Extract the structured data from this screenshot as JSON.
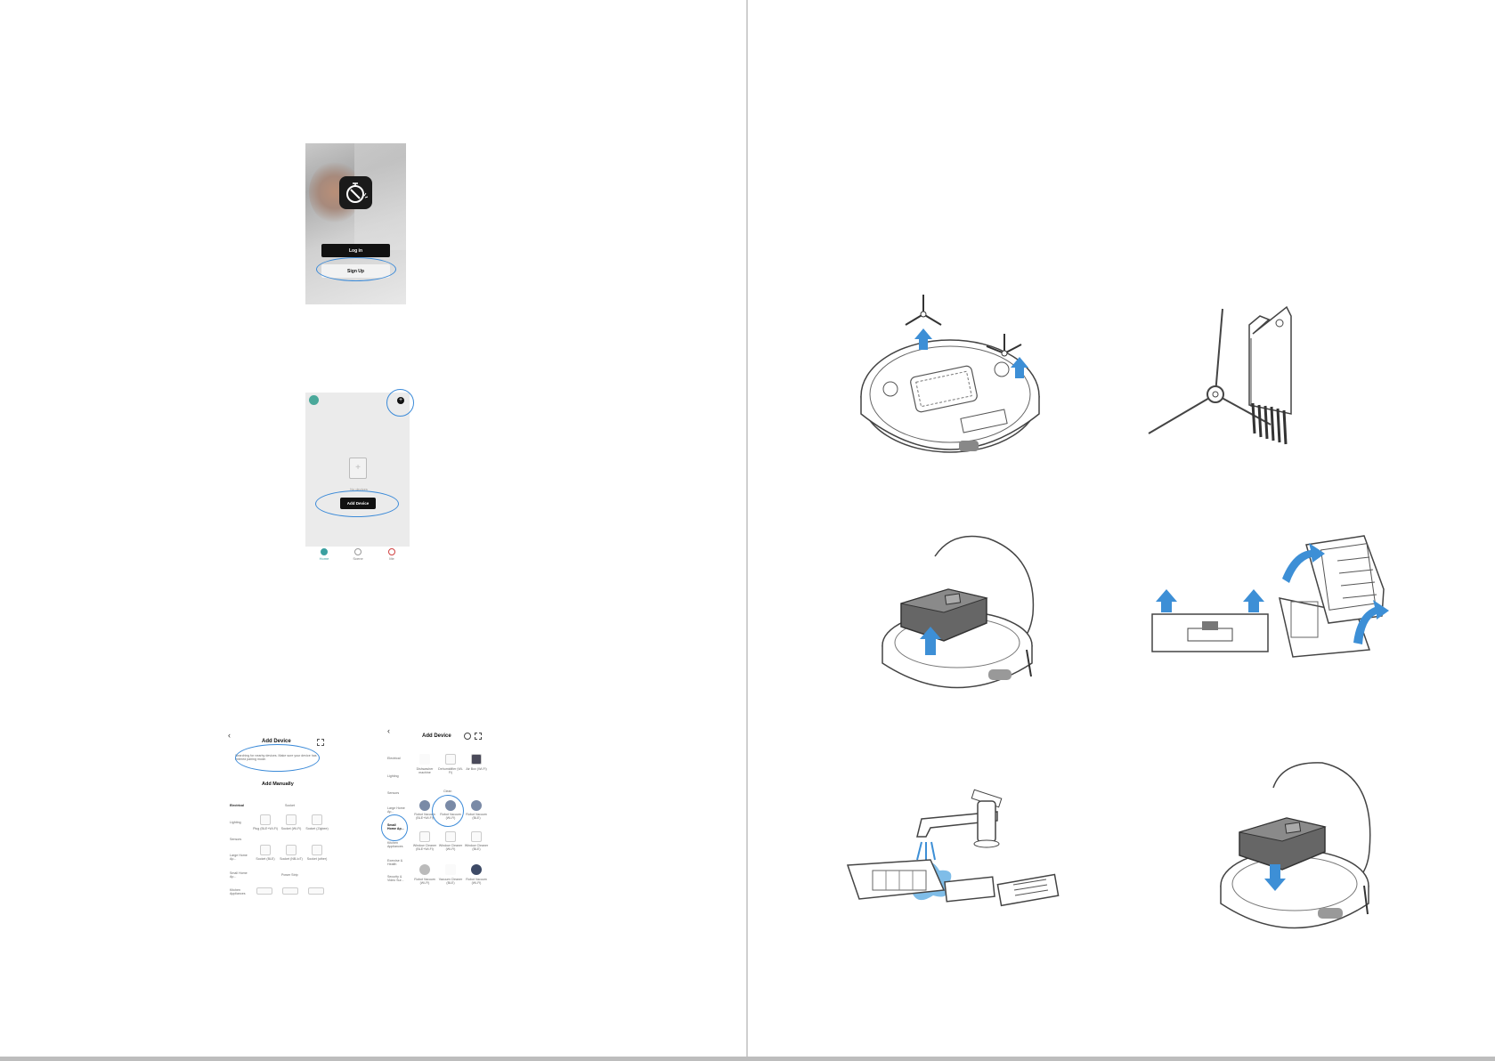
{
  "screen_signin": {
    "login_label": "Log in",
    "signup_label": "Sign Up"
  },
  "screen_home": {
    "empty_text": "No devices",
    "add_device_label": "Add Device",
    "tabs": [
      "Home",
      "Scene",
      "Me"
    ]
  },
  "screen_add_auto": {
    "title": "Add Device",
    "scan_text": "Searching for nearby devices. Make sure your device has entered pairing mode.",
    "add_manually": "Add Manually",
    "category_label": "Electrical",
    "sub_label": "Socket",
    "categories": [
      "Lighting",
      "Sensors",
      "Large Home Ap...",
      "Small Home Ap...",
      "Kitchen Appliances"
    ],
    "items": [
      "Plug (BLE+Wi-Fi)",
      "Socket (Wi-Fi)",
      "Socket (Zigbee)",
      "Socket (BLE)",
      "Socket (NB-IoT)",
      "Socket (other)"
    ],
    "power_strip": "Power Strip"
  },
  "screen_add_manual": {
    "title": "Add Device",
    "categories": [
      "Electrical",
      "Lighting",
      "Sensors",
      "Large Home Ap...",
      "Small Home Ap...",
      "Kitchen Appliances",
      "Exercise & Health",
      "Security & Video Sur..."
    ],
    "selected_category": "Small Home Ap...",
    "clean_label": "Clean",
    "items": [
      "Dishwasher machine",
      "Dehumidifier (Wi-Fi)",
      "Air Box (Wi-Fi)",
      "Robot Vacuum (BLE+Wi-Fi)",
      "Robot Vacuum (Wi-Fi)",
      "Robot Vacuum (BLE)",
      "Window Cleaner (BLE+Wi-Fi)",
      "Window Cleaner (Wi-Fi)",
      "Window Cleaner (BLE)",
      "Robot Vacuum (Wi-Fi)",
      "Vacuum Cleaner (BLE)",
      "Robot Vacuum (Wi-Fi)"
    ]
  },
  "colors": {
    "accent": "#3b8ad8",
    "arrow": "#3d8fd6",
    "water": "#7fbde8"
  }
}
